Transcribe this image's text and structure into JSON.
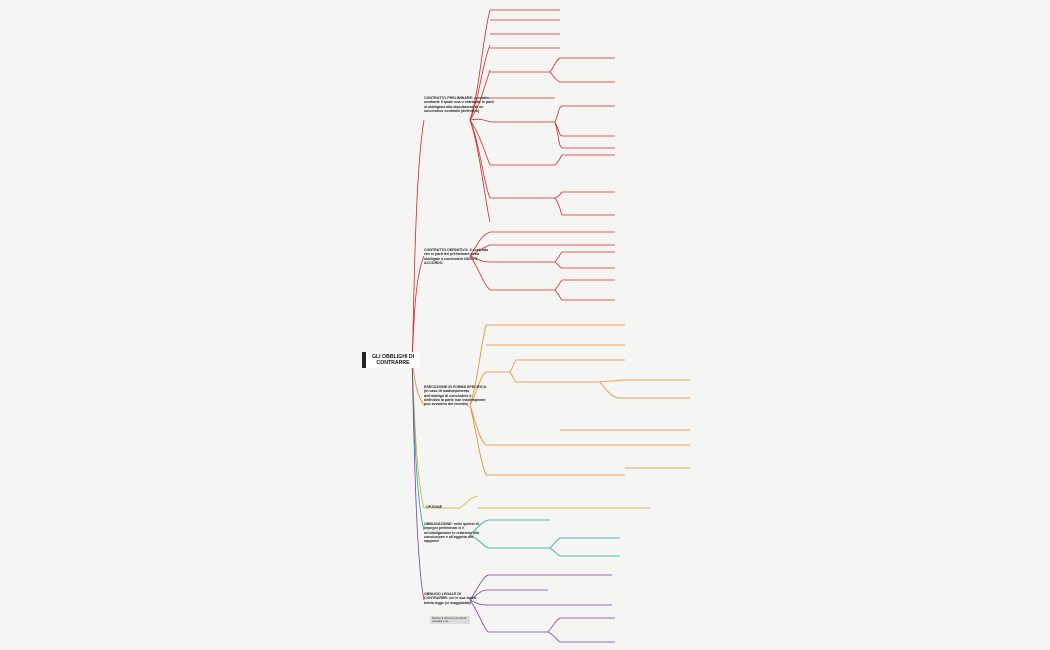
{
  "central": "GLI OBBLIGHI DI CONTRARRE",
  "colors": {
    "red": "#d62828",
    "orange": "#e8892a",
    "yellow": "#c9b32a",
    "teal": "#1aa6a6",
    "purple": "#7b3fa8",
    "dark": "#333333"
  },
  "branches": {
    "preliminare": {
      "title": "CONTRATTO PRELIMINARE: contratto mediante il quale una o entrambe le parti si obbligano alla stipulazione di un successivo contratto (definitivo)"
    },
    "definitivo": {
      "title": "CONTRATTO DEFINITIVO: il contratto che le parti del preliminare sono obbligate a concludere NUOVO ACCORDO"
    },
    "esecuzione": {
      "title": "ESECUZIONE IN FORMA SPECIFICA (in caso di inadempimento dell'obbligo di concludere il definitivo la parte non inadempiente può avvalersi del rimedio)"
    },
    "opzione": {
      "title": "OPZIONE"
    },
    "obbligazione": {
      "title": "OBBLIGAZIONE: nelle ipotesi di impegni preliminari vi è un'obbligazione in relazione alla conclusione e all'oggetto del rapporto"
    },
    "legale": {
      "title": "OBBLIGO LEGALE DI CONTRARRE: nei le sue forme tutela legge (ci maggiorata)"
    },
    "grey_note": "Modulo di chiusura: principi di causalità e lex"
  }
}
